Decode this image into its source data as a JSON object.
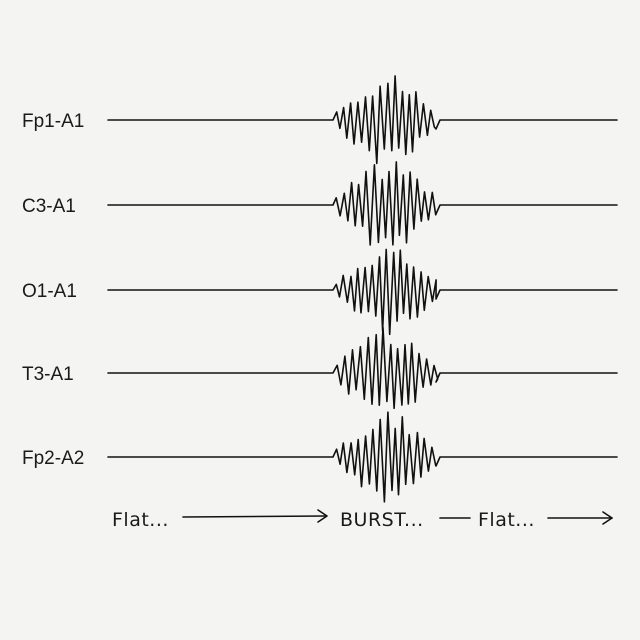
{
  "background": "#f4f4f2",
  "ink": "#111111",
  "channels": [
    {
      "label": "Fp1-A1"
    },
    {
      "label": "C3-A1"
    },
    {
      "label": "O1-A1"
    },
    {
      "label": "T3-A1"
    },
    {
      "label": "Fp2-A2"
    }
  ],
  "timeline": {
    "flat_start": "Flat...",
    "burst": "BURST...",
    "flat_end": "Flat..."
  }
}
